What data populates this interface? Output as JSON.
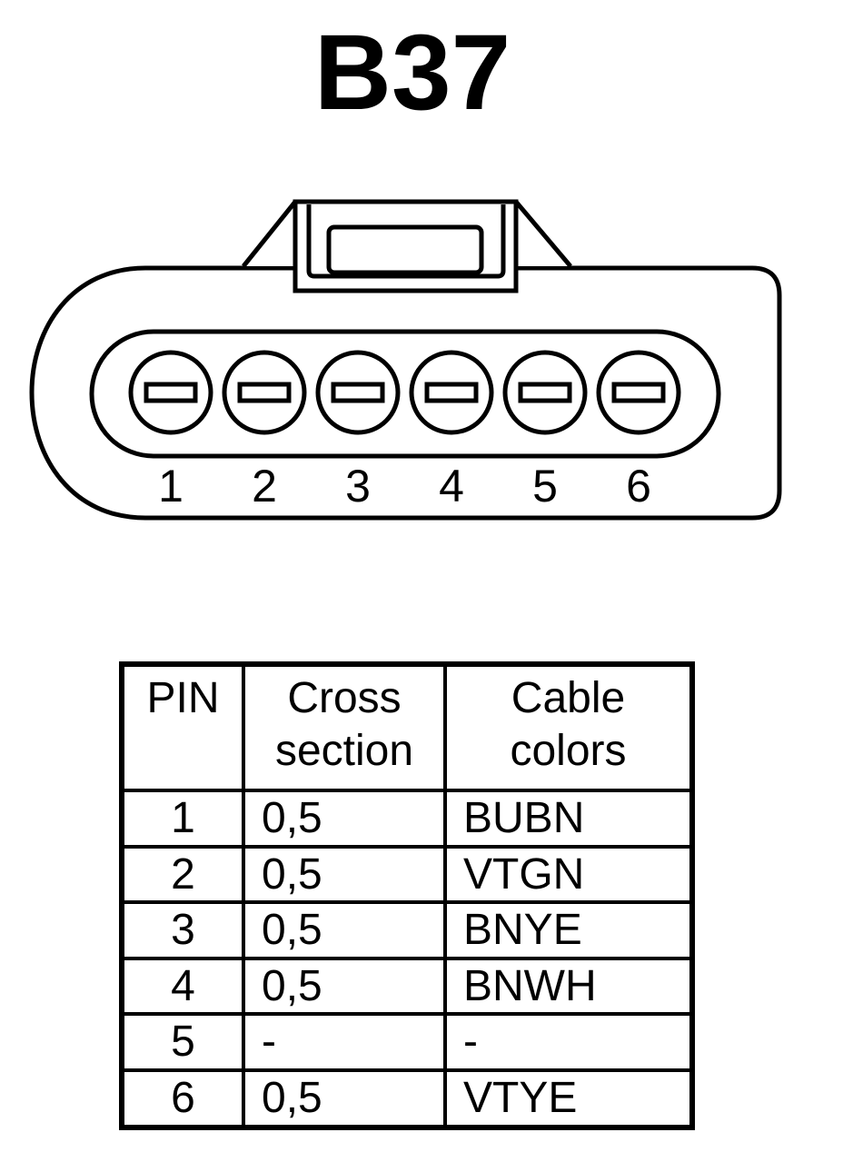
{
  "title": "B37",
  "connector": {
    "pin_numbers": [
      "1",
      "2",
      "3",
      "4",
      "5",
      "6"
    ]
  },
  "table": {
    "headers": {
      "pin": "PIN",
      "cross_section": [
        "Cross",
        "section"
      ],
      "cable_colors": [
        "Cable",
        "colors"
      ]
    },
    "rows": [
      {
        "pin": "1",
        "cross": "0,5",
        "color": "BUBN"
      },
      {
        "pin": "2",
        "cross": "0,5",
        "color": "VTGN"
      },
      {
        "pin": "3",
        "cross": "0,5",
        "color": "BNYE"
      },
      {
        "pin": "4",
        "cross": "0,5",
        "color": "BNWH"
      },
      {
        "pin": "5",
        "cross": "-",
        "color": "-"
      },
      {
        "pin": "6",
        "cross": "0,5",
        "color": "VTYE"
      }
    ]
  }
}
